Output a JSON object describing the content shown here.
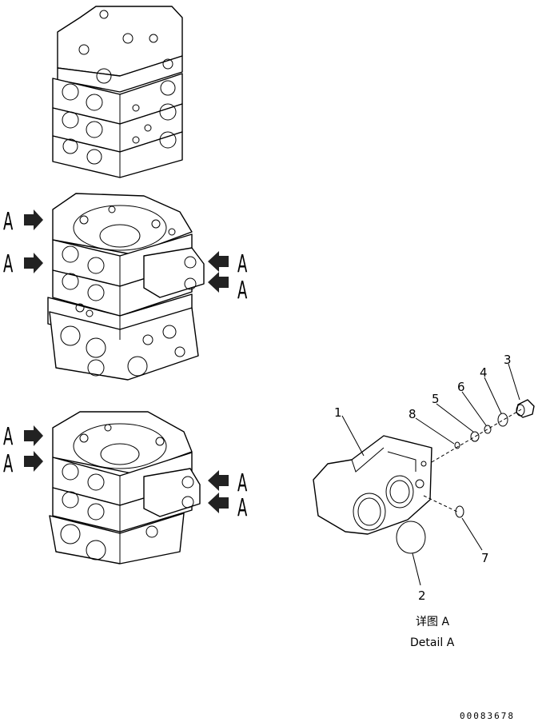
{
  "view_labels": [
    "A",
    "A",
    "A",
    "A",
    "A",
    "A",
    "A",
    "A"
  ],
  "callouts": {
    "p1": "1",
    "p2": "2",
    "p3": "3",
    "p4": "4",
    "p5": "5",
    "p6": "6",
    "p7": "7",
    "p8": "8"
  },
  "detail": {
    "title_cn": "详图 A",
    "title_en": "Detail A"
  },
  "drawing_code": "00083678"
}
